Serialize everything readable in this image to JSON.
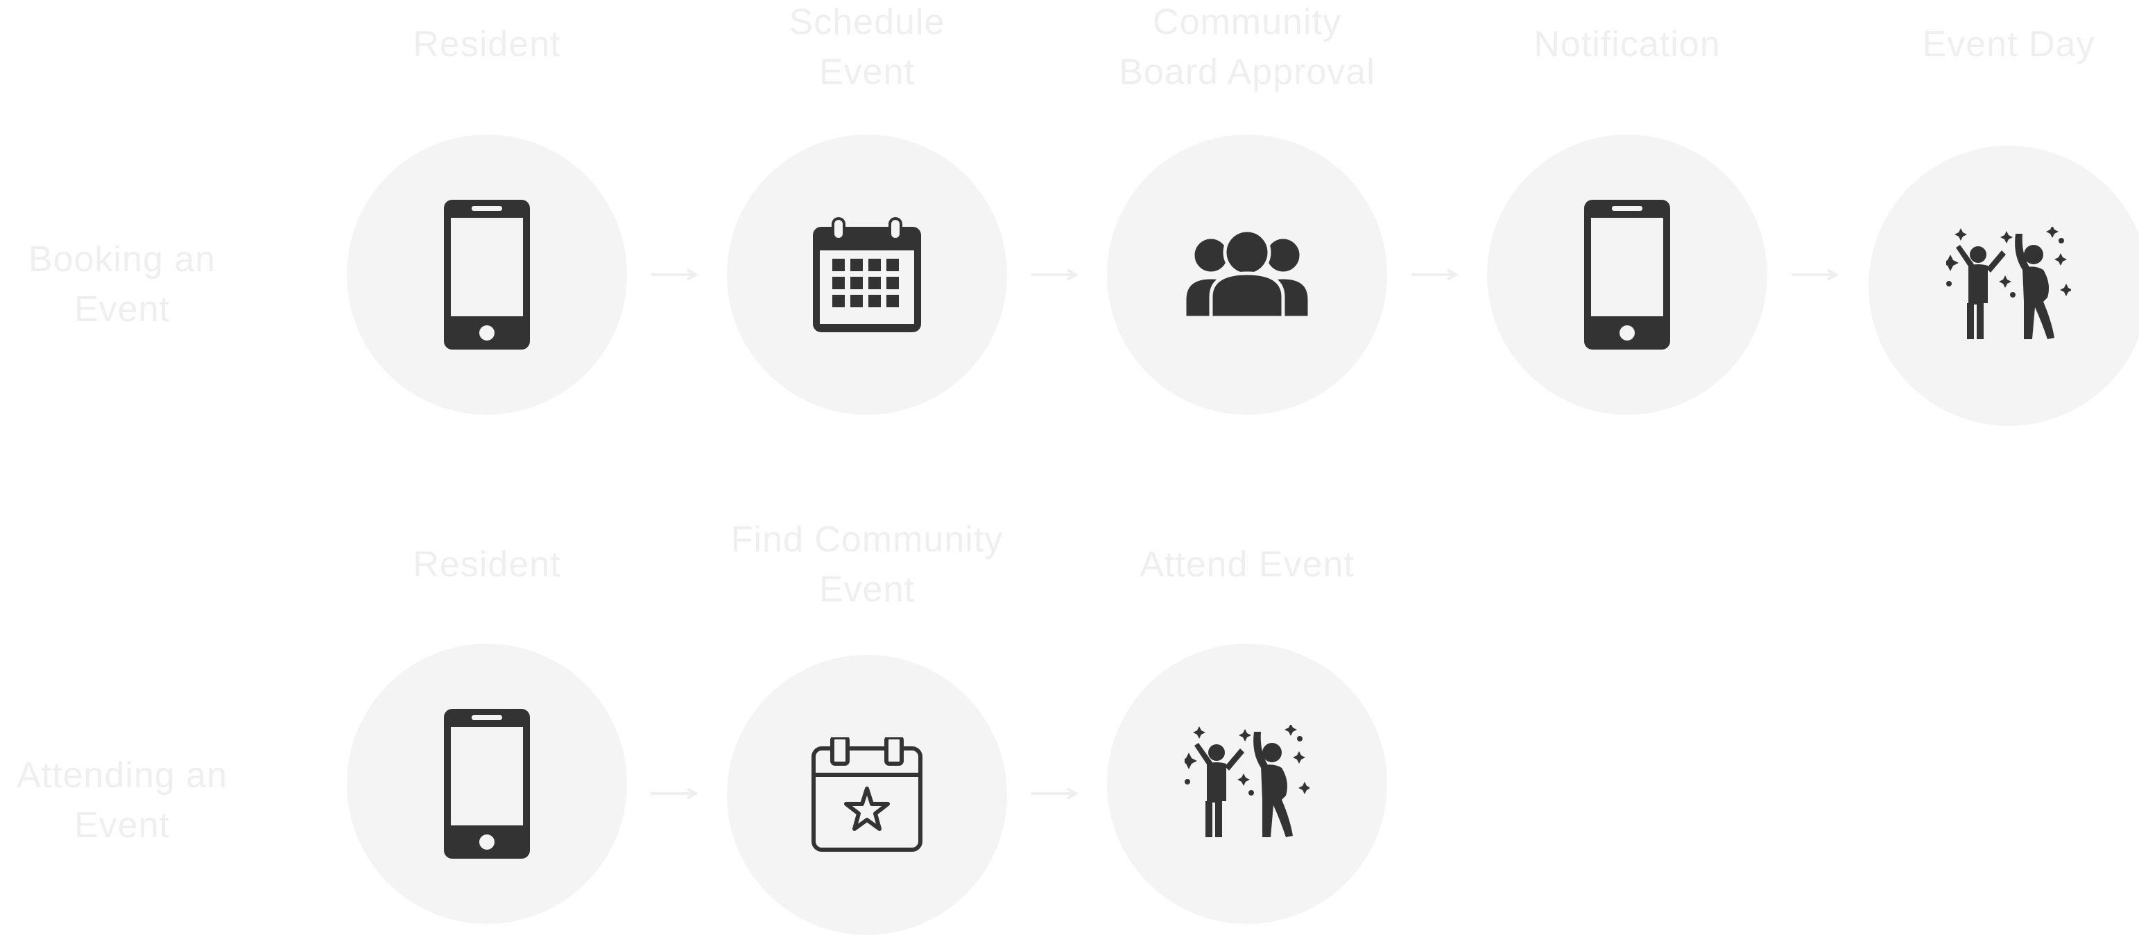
{
  "rows": [
    {
      "label": "Booking an\nEvent",
      "steps": [
        {
          "title": "Resident",
          "icon": "smartphone-icon"
        },
        {
          "title": "Schedule\nEvent",
          "icon": "calendar-icon"
        },
        {
          "title": "Community\nBoard Approval",
          "icon": "group-icon"
        },
        {
          "title": "Notification",
          "icon": "smartphone-icon"
        },
        {
          "title": "Event Day",
          "icon": "celebrating-people-icon"
        }
      ]
    },
    {
      "label": "Attending an\nEvent",
      "steps": [
        {
          "title": "Resident",
          "icon": "smartphone-icon"
        },
        {
          "title": "Find Community\nEvent",
          "icon": "calendar-star-icon"
        },
        {
          "title": "Attend Event",
          "icon": "celebrating-people-icon"
        }
      ]
    }
  ],
  "colors": {
    "circle_fill": "#f4f4f4",
    "icon_fill": "#333333",
    "label_text": "#efefef",
    "arrow": "#efefef"
  }
}
